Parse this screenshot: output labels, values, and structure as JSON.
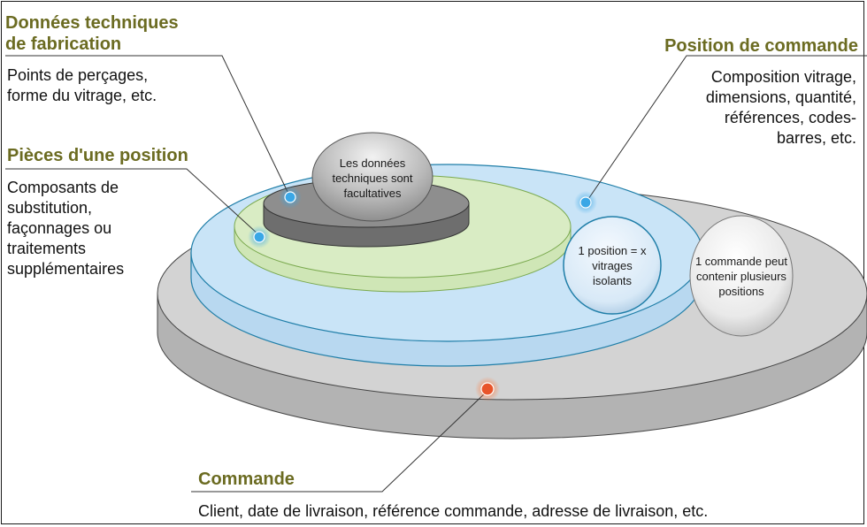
{
  "labels": {
    "fabrication": {
      "title": [
        "Données techniques",
        "de fabrication"
      ],
      "description": [
        "Points de perçages,",
        "forme du vitrage, etc."
      ]
    },
    "pieces": {
      "title": [
        "Pièces d'une position"
      ],
      "description": [
        "Composants de",
        "substitution,",
        "façonnages ou",
        "traitements",
        "supplémentaires"
      ]
    },
    "position": {
      "title": [
        "Position de commande"
      ],
      "description": [
        "Composition vitrage,",
        "dimensions, quantité,",
        "références, codes-",
        "barres, etc."
      ]
    },
    "commande": {
      "title": [
        "Commande"
      ],
      "description": [
        "Client, date de livraison, référence commande, adresse de livraison, etc."
      ]
    }
  },
  "bubbles": {
    "technical": [
      "Les données",
      "techniques sont",
      "facultatives"
    ],
    "position": [
      "1 position = x",
      "vitrages",
      "isolants"
    ],
    "commande": [
      "1 commande peut",
      "contenir plusieurs",
      "positions"
    ]
  },
  "colors": {
    "heading": "#6b6b21",
    "commande_layer": "#d3d3d3",
    "position_layer": "#c9e4f7",
    "pieces_layer": "#d9ecc4",
    "technical_layer": "#8e8e8e",
    "marker_blue": "#3aa7e6",
    "marker_orange": "#e8552a"
  }
}
